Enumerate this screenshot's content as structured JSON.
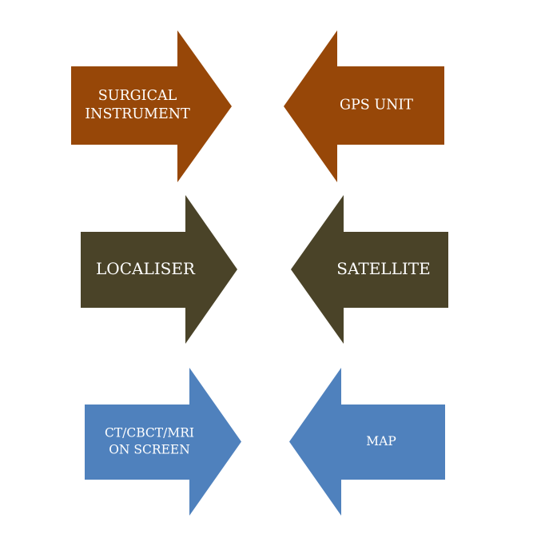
{
  "colors": {
    "row1": "#974708",
    "row2": "#4a4328",
    "row3": "#4f81bd",
    "text": "#ffffff"
  },
  "arrows": [
    {
      "id": "surgical-instrument",
      "direction": "right",
      "color_key": "row1",
      "lines": [
        "SURGICAL",
        "INSTRUMENT"
      ]
    },
    {
      "id": "gps-unit",
      "direction": "left",
      "color_key": "row1",
      "lines": [
        "GPS UNIT"
      ]
    },
    {
      "id": "localiser",
      "direction": "right",
      "color_key": "row2",
      "lines": [
        "LOCALISER"
      ]
    },
    {
      "id": "satellite",
      "direction": "left",
      "color_key": "row2",
      "lines": [
        "SATELLITE"
      ]
    },
    {
      "id": "ct-cbct-mri",
      "direction": "right",
      "color_key": "row3",
      "lines": [
        "CT/CBCT/MRI",
        "ON SCREEN"
      ]
    },
    {
      "id": "map",
      "direction": "left",
      "color_key": "row3",
      "lines": [
        "MAP"
      ]
    }
  ]
}
